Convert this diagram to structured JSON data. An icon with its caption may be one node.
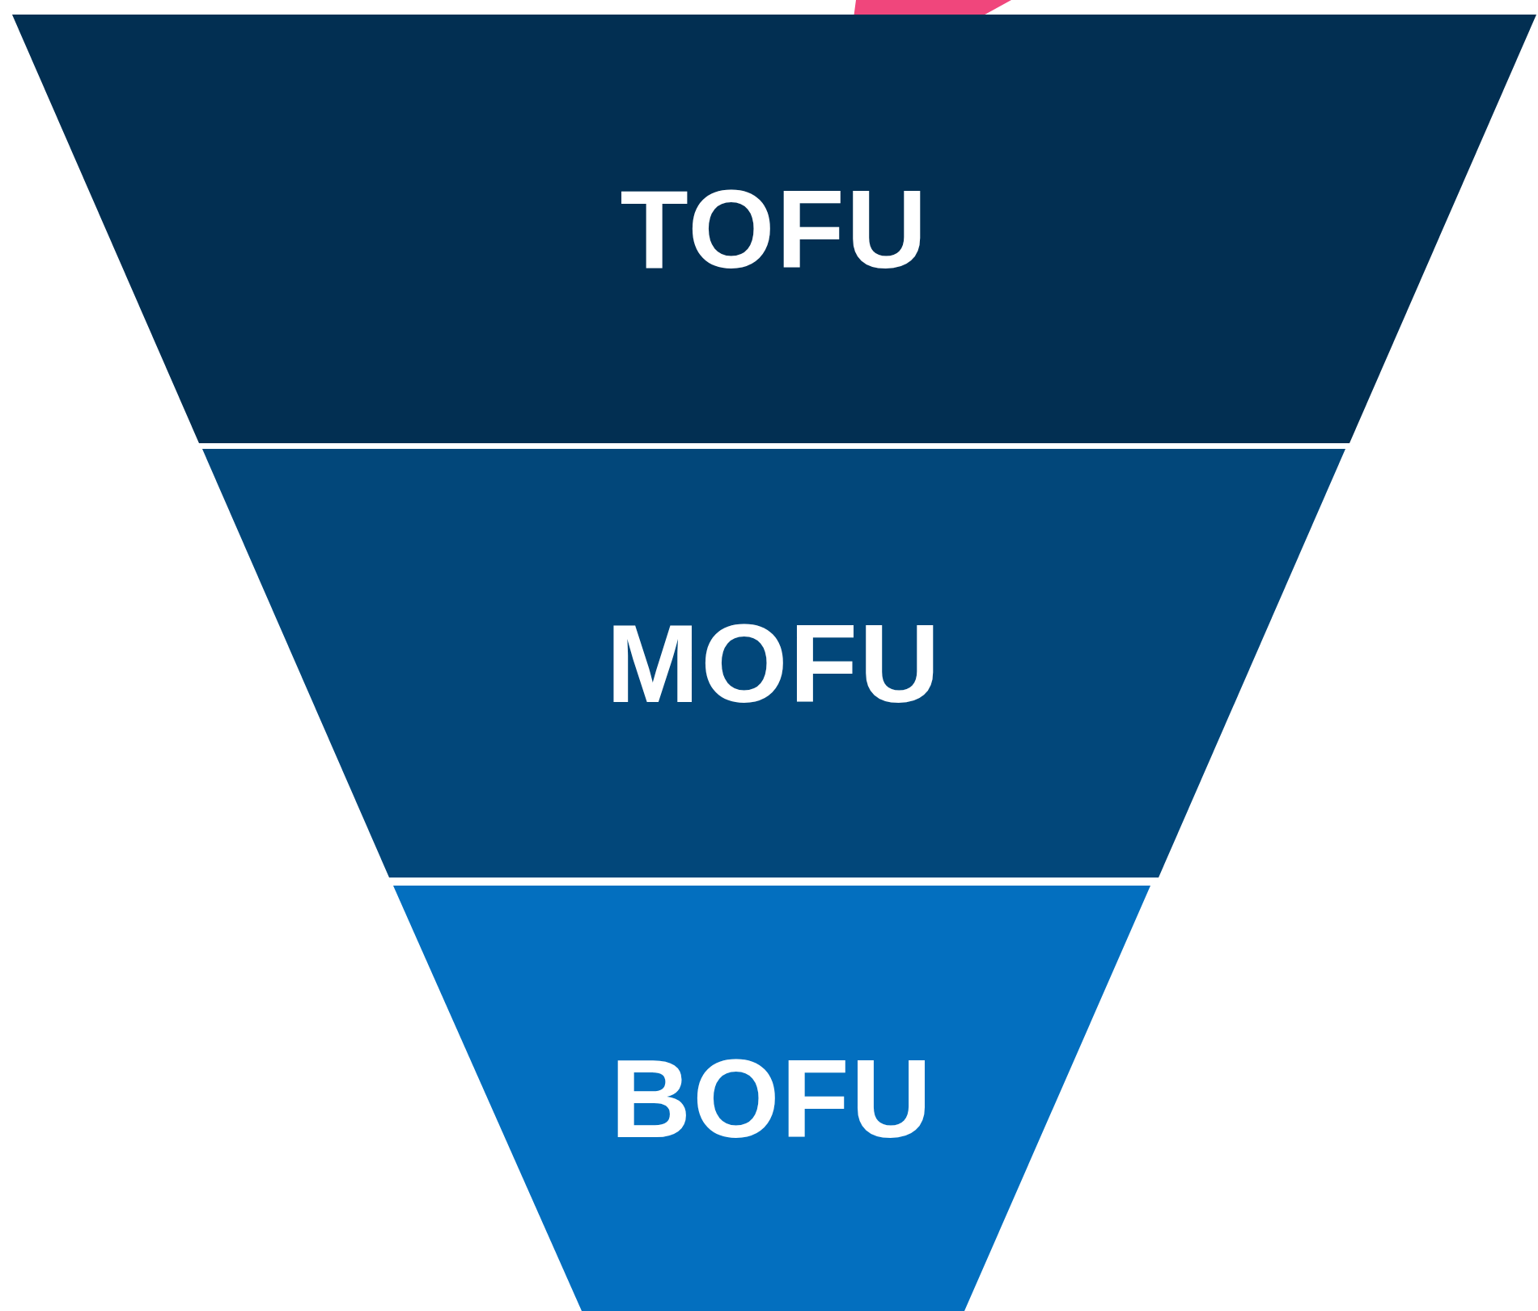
{
  "diagram": {
    "nodes": [
      {
        "text": [
          "TOFU"
        ]
      },
      {
        "text": [
          "MOFU"
        ]
      },
      {
        "text": [
          "BOFU"
        ]
      }
    ]
  }
}
